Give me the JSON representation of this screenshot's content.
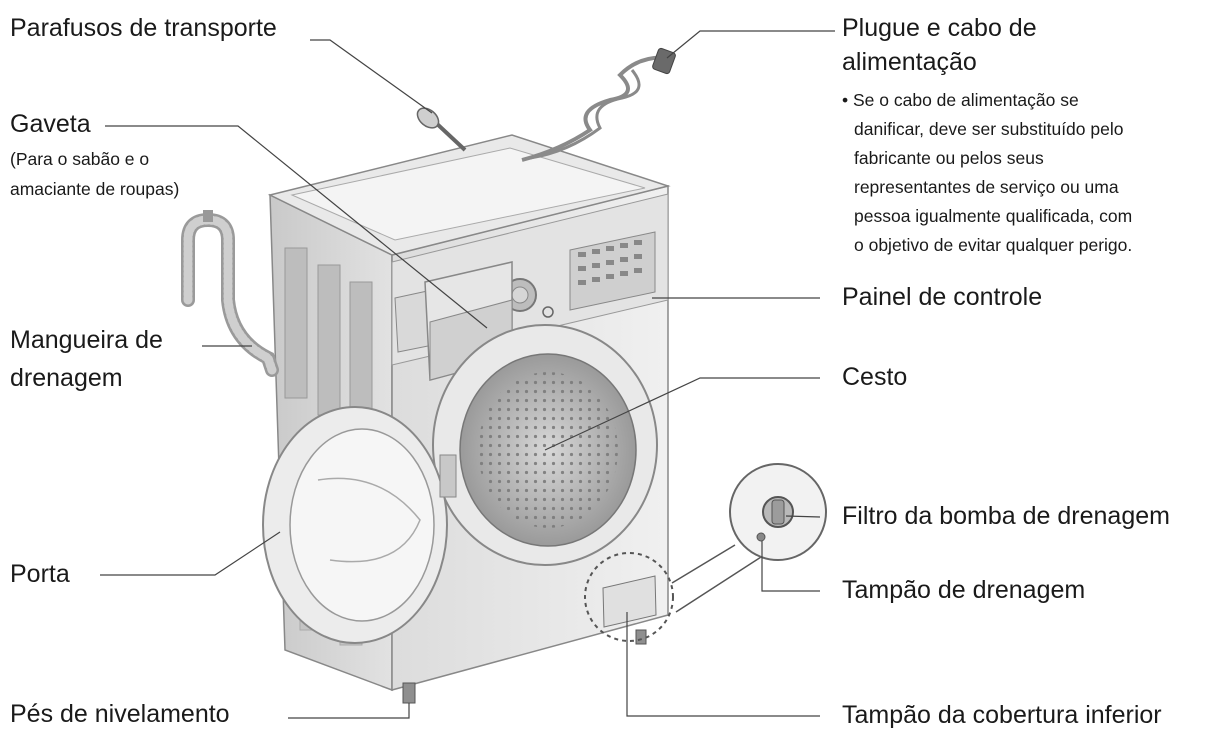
{
  "labels": {
    "transport_bolts": "Parafusos de transporte",
    "drawer": "Gaveta",
    "drawer_note_1": "(Para o sabão e o",
    "drawer_note_2": "amaciante de roupas)",
    "drain_hose_1": "Mangueira de",
    "drain_hose_2": "drenagem",
    "door": "Porta",
    "leveling_feet": "Pés de nivelamento",
    "plug_cable_1": "Plugue e cabo de",
    "plug_cable_2": "alimentação",
    "plug_note": [
      "• Se o cabo de alimentação se",
      "danificar, deve ser substituído pelo",
      "fabricante ou pelos seus",
      "representantes de serviço ou uma",
      "pessoa igualmente qualificada, com",
      "o objetivo de evitar qualquer perigo."
    ],
    "control_panel": "Painel de controle",
    "drum": "Cesto",
    "pump_filter": "Filtro da bomba de drenagem",
    "drain_plug": "Tampão de drenagem",
    "lower_cover_cap": "Tampão da cobertura inferior"
  }
}
